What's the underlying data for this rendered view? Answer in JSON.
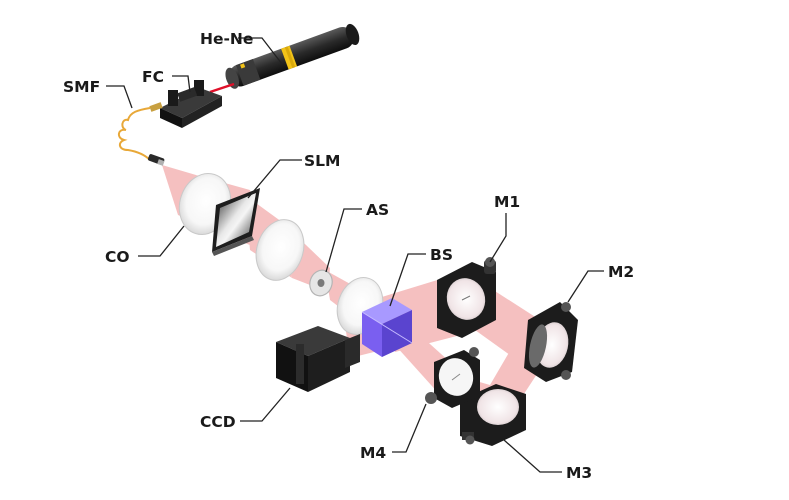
{
  "labels": {
    "laser": "He-Ne",
    "fiber_coupler": "FC",
    "fiber": "SMF",
    "slm": "SLM",
    "collimator": "CO",
    "aperture": "AS",
    "beam_splitter": "BS",
    "mirror1": "M1",
    "mirror2": "M2",
    "mirror3": "M3",
    "mirror4": "M4",
    "camera": "CCD"
  },
  "colors": {
    "beam": "#f4b6b6",
    "laser_beam": "#e0102a",
    "laser_band": "#f2c318",
    "fiber": "#e8a838",
    "cube": "#7a5ff0",
    "housing": "#1c1c1c"
  },
  "icons": [
    "laser-icon",
    "fiber-coupler-icon",
    "fiber-icon",
    "lens-icon",
    "slm-icon",
    "aperture-icon",
    "beam-splitter-icon",
    "mirror-mount-icon",
    "camera-icon"
  ]
}
